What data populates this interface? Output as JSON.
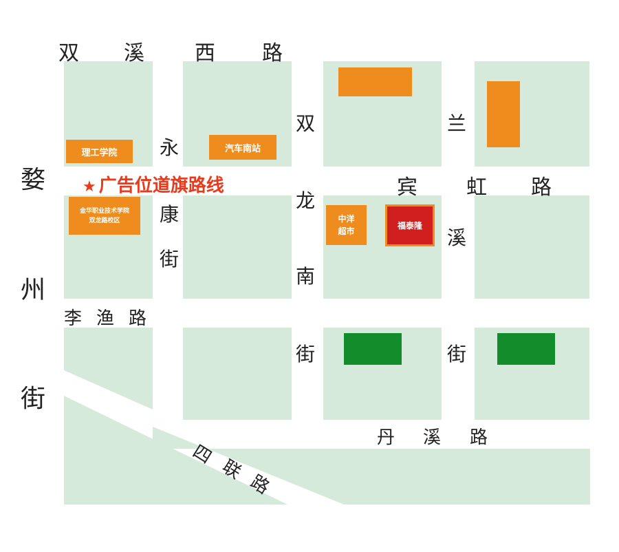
{
  "roads": {
    "shuangxi_west_rd": [
      "双",
      "溪",
      "西",
      "路"
    ],
    "yongkang_st": [
      "永",
      "康",
      "街"
    ],
    "shuanglong_south_st": [
      "双",
      "龙",
      "南",
      "街"
    ],
    "lanxi_st": [
      "兰",
      "溪",
      "街"
    ],
    "binhong_rd": [
      "宾",
      "虹",
      "路"
    ],
    "wuzhou_st": [
      "婺",
      "州",
      "街"
    ],
    "liyu_rd": [
      "李",
      "渔",
      "路"
    ],
    "danxi_rd": [
      "丹",
      "溪",
      "路"
    ],
    "silian_rd": [
      "四",
      "联",
      "路"
    ]
  },
  "buildings": {
    "ligong": "理工学院",
    "bus_station": "汽车南站",
    "jinhua_school": [
      "金华职业技术学院",
      "双龙路校区"
    ],
    "zhongyang": [
      "中洋",
      "超市"
    ],
    "target": "福泰隆"
  },
  "route": {
    "marker": "★",
    "text": "广告位道旗路线"
  },
  "colors": {
    "block": "#d6eadb",
    "building_orange": "#ef8c1e",
    "building_red": "#d11f1f",
    "building_green": "#138c2c",
    "route_text": "#e83a1d"
  }
}
